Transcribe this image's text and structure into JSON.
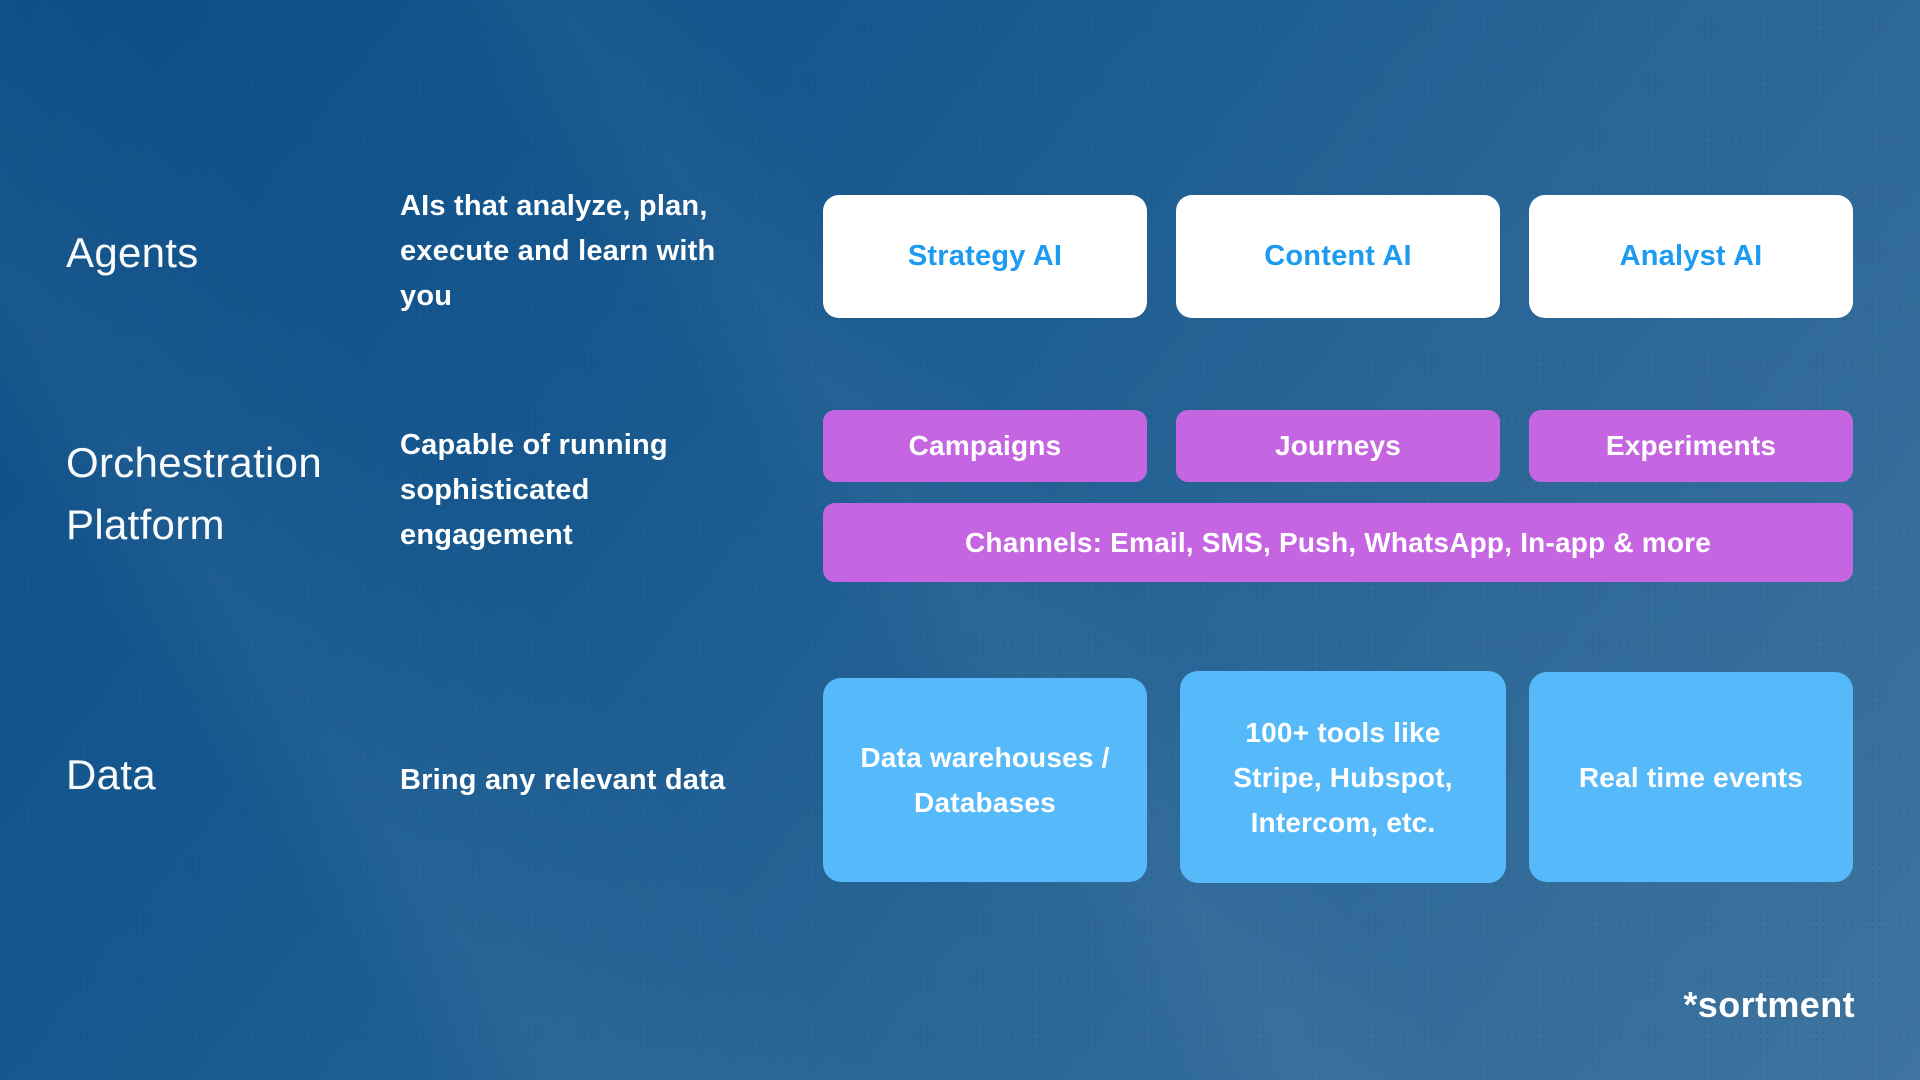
{
  "slide": {
    "logo": "*sortment",
    "colors": {
      "background_start": "#0C4E87",
      "background_end": "#3E749F",
      "agent_card_bg": "#FFFFFF",
      "agent_card_text": "#1D9BF0",
      "orchestration_card_bg": "#C565E1",
      "data_card_bg": "#56B9FA",
      "text": "#FFFFFF"
    },
    "rows": [
      {
        "label": "Agents",
        "description": "AIs that analyze, plan, execute and learn with you",
        "cards": [
          "Strategy AI",
          "Content AI",
          "Analyst AI"
        ]
      },
      {
        "label": "Orchestration Platform",
        "description": "Capable of running sophisticated engagement",
        "cards": [
          "Campaigns",
          "Journeys",
          "Experiments"
        ],
        "banner": "Channels: Email, SMS, Push, WhatsApp, In-app & more"
      },
      {
        "label": "Data",
        "description": "Bring any relevant data",
        "cards": [
          "Data warehouses / Databases",
          "100+ tools like Stripe, Hubspot, Intercom, etc.",
          "Real time events"
        ]
      }
    ]
  }
}
